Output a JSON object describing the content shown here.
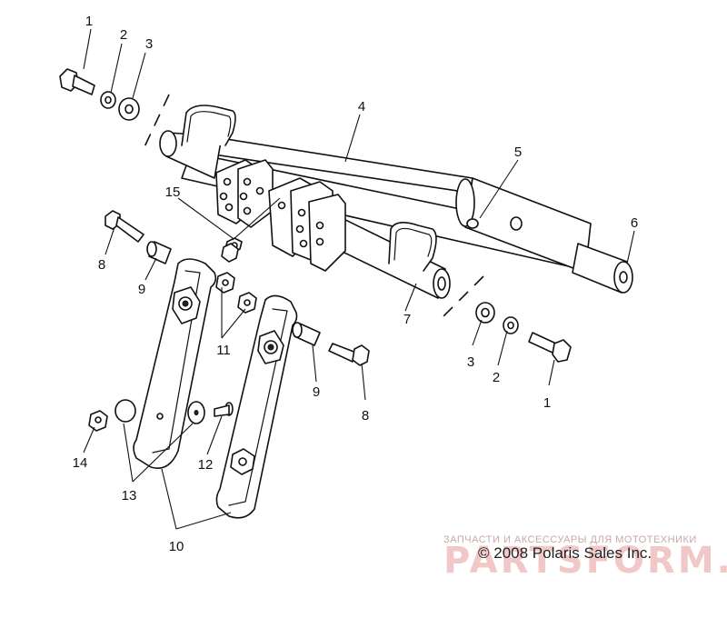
{
  "callouts": {
    "c1a": "1",
    "c2a": "2",
    "c3a": "3",
    "c4": "4",
    "c5": "5",
    "c6": "6",
    "c7": "7",
    "c8a": "8",
    "c9a": "9",
    "c15": "15",
    "c11": "11",
    "c9b": "9",
    "c8b": "8",
    "c3b": "3",
    "c2b": "2",
    "c1b": "1",
    "c14": "14",
    "c13": "13",
    "c12": "12",
    "c10": "10"
  },
  "watermark": {
    "top_text": "ЗАПЧАСТИ И АКСЕССУАРЫ ДЛЯ МОТОТЕХНИКИ",
    "logo_text": "PARTSFORM.RU"
  },
  "copyright": "© 2008 Polaris Sales Inc."
}
